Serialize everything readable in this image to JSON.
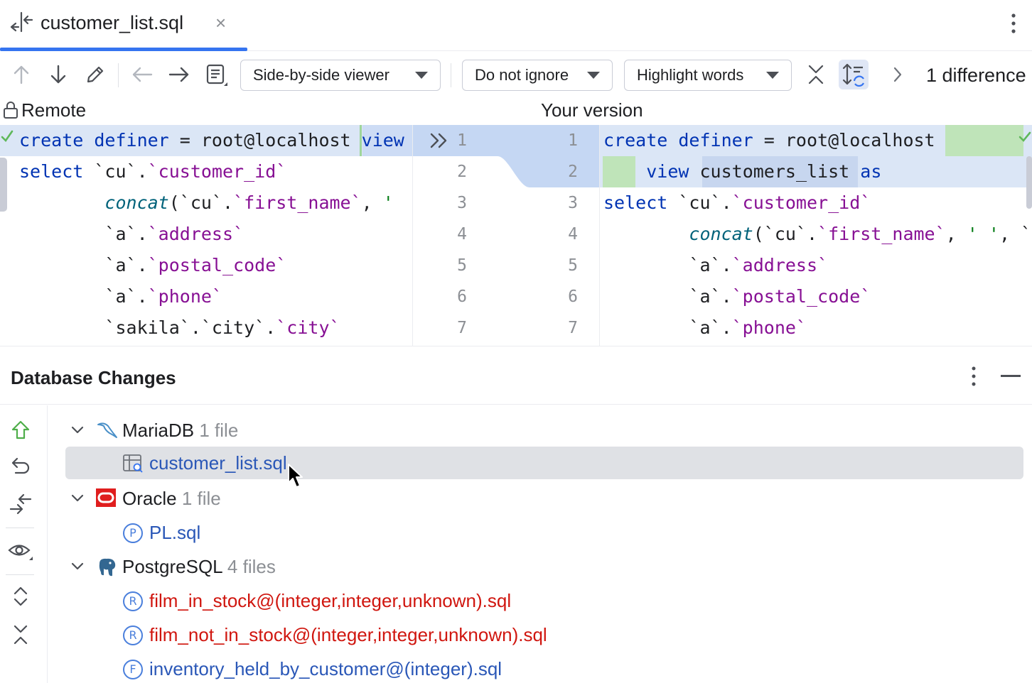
{
  "tab": {
    "title": "customer_list.sql",
    "close": "×"
  },
  "toolbar": {
    "viewer_mode": "Side-by-side viewer",
    "ignore_mode": "Do not ignore",
    "highlight_mode": "Highlight words",
    "difference_count": "1 difference"
  },
  "diff": {
    "left_title": "Remote",
    "right_title": "Your version",
    "left_numbers": [
      "1",
      "2",
      "3",
      "4",
      "5",
      "6",
      "7"
    ],
    "right_numbers": [
      "1",
      "2",
      "3",
      "4",
      "5",
      "6",
      "7"
    ],
    "left_lines": [
      [
        [
          "kw",
          "create "
        ],
        [
          "kw",
          "definer "
        ],
        [
          "pl",
          "= root@localhost "
        ],
        [
          "kw",
          "view"
        ]
      ],
      [
        [
          "kw",
          "select "
        ],
        [
          "pl",
          "`cu`."
        ],
        [
          "id",
          "`customer_id`"
        ]
      ],
      [
        [
          "pl",
          "        "
        ],
        [
          "fn",
          "concat"
        ],
        [
          "pl",
          "(`cu`."
        ],
        [
          "id",
          "`first_name`"
        ],
        [
          "pl",
          ", "
        ],
        [
          "str",
          "'"
        ]
      ],
      [
        [
          "pl",
          "        `a`."
        ],
        [
          "id",
          "`address`"
        ]
      ],
      [
        [
          "pl",
          "        `a`."
        ],
        [
          "id",
          "`postal_code`"
        ]
      ],
      [
        [
          "pl",
          "        `a`."
        ],
        [
          "id",
          "`phone`"
        ]
      ],
      [
        [
          "pl",
          "        `sakila`.`city`."
        ],
        [
          "id",
          "`city`"
        ]
      ]
    ],
    "right_lines": [
      [
        [
          "kw",
          "create "
        ],
        [
          "kw",
          "definer "
        ],
        [
          "pl",
          "= root@localhost"
        ]
      ],
      [
        [
          "pl",
          "    "
        ],
        [
          "kw",
          "view "
        ],
        [
          "pl",
          "customers_list "
        ],
        [
          "kw",
          "as"
        ]
      ],
      [
        [
          "kw",
          "select "
        ],
        [
          "pl",
          "`cu`."
        ],
        [
          "id",
          "`customer_id`"
        ]
      ],
      [
        [
          "pl",
          "        "
        ],
        [
          "fn",
          "concat"
        ],
        [
          "pl",
          "(`cu`."
        ],
        [
          "id",
          "`first_name`"
        ],
        [
          "pl",
          ", "
        ],
        [
          "str",
          "' '"
        ],
        [
          "pl",
          ", `"
        ]
      ],
      [
        [
          "pl",
          "        `a`."
        ],
        [
          "id",
          "`address`"
        ]
      ],
      [
        [
          "pl",
          "        `a`."
        ],
        [
          "id",
          "`postal_code`"
        ]
      ],
      [
        [
          "pl",
          "        `a`."
        ],
        [
          "id",
          "`phone`"
        ]
      ]
    ]
  },
  "panel": {
    "title": "Database Changes",
    "groups": [
      {
        "name": "MariaDB",
        "count": "1 file"
      },
      {
        "name": "Oracle",
        "count": "1 file"
      },
      {
        "name": "PostgreSQL",
        "count": "4 files"
      }
    ],
    "files": [
      {
        "name": "customer_list.sql",
        "badge": ""
      },
      {
        "name": "PL.sql",
        "badge": "P"
      },
      {
        "name": "film_in_stock@(integer,integer,unknown).sql",
        "badge": "R"
      },
      {
        "name": "film_not_in_stock@(integer,integer,unknown).sql",
        "badge": "R"
      },
      {
        "name": "inventory_held_by_customer@(integer).sql",
        "badge": "F"
      }
    ]
  },
  "colors": {
    "accent": "#3574f0",
    "keyword": "#0033b3",
    "identifier": "#871094",
    "modified_bg": "#d6e3f7",
    "inserted_bg": "#c9e6c4",
    "file_blue": "#2a57b7",
    "file_red": "#d0160f"
  }
}
